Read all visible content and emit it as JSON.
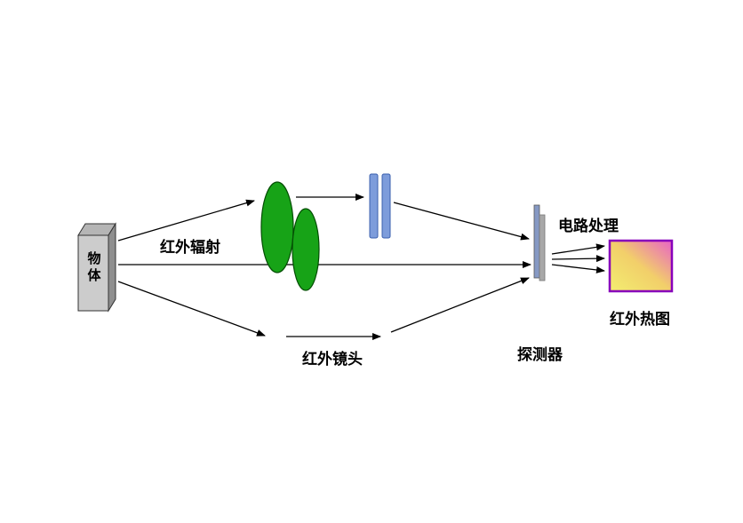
{
  "diagram": {
    "object_label": "物体",
    "radiation_label": "红外辐射",
    "lens_label": "红外镜头",
    "detector_label": "探测器",
    "circuit_label": "电路处理",
    "thermal_label": "红外热图",
    "colors": {
      "box_front": "#cccccc",
      "box_top": "#b5b5b5",
      "box_side": "#8f8f8f",
      "lens_green": "#17a317",
      "lens_border": "#044d04",
      "filter_blue": "#7d9cdb",
      "filter_border": "#3a5fae",
      "detector_blue": "#8699c4",
      "detector_gray": "#a8a8a8",
      "thermal_border": "#8800bb",
      "thermal_yellow": "#f3ee70",
      "thermal_mid": "#f2cf6a",
      "thermal_pink": "#e863c6"
    }
  }
}
